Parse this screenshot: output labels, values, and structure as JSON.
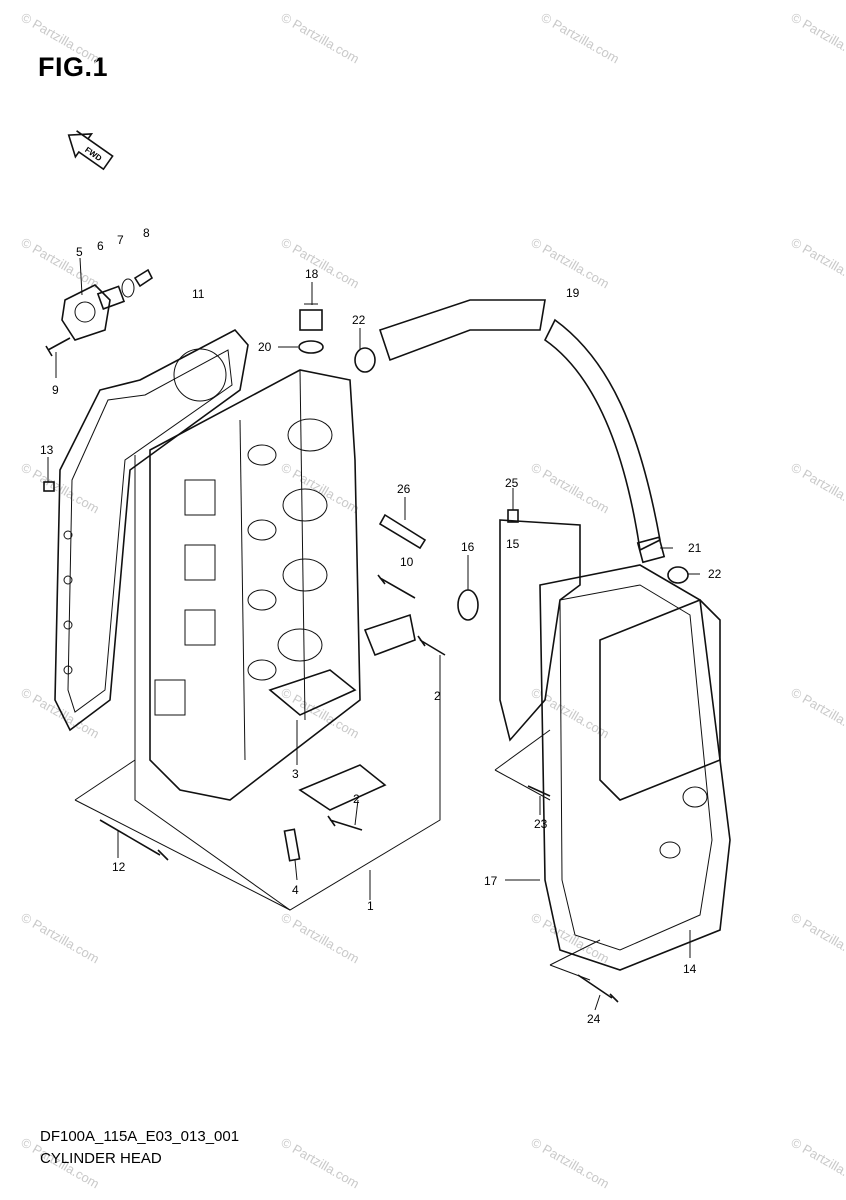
{
  "figure": {
    "title": "FIG.1",
    "direction_label": "FWD"
  },
  "footer": {
    "code": "DF100A_115A_E03_013_001",
    "name": "CYLINDER HEAD"
  },
  "watermark": {
    "text": "© Partzilla.com"
  },
  "callouts": {
    "c1": "1",
    "c2a": "2",
    "c2b": "2",
    "c3": "3",
    "c4": "4",
    "c5": "5",
    "c6": "6",
    "c7": "7",
    "c8": "8",
    "c9": "9",
    "c10": "10",
    "c11": "11",
    "c12": "12",
    "c13": "13",
    "c14": "14",
    "c15": "15",
    "c16": "16",
    "c17": "17",
    "c18": "18",
    "c19": "19",
    "c20": "20",
    "c21": "21",
    "c22a": "22",
    "c22b": "22",
    "c23": "23",
    "c24": "24",
    "c25": "25",
    "c26": "26"
  }
}
